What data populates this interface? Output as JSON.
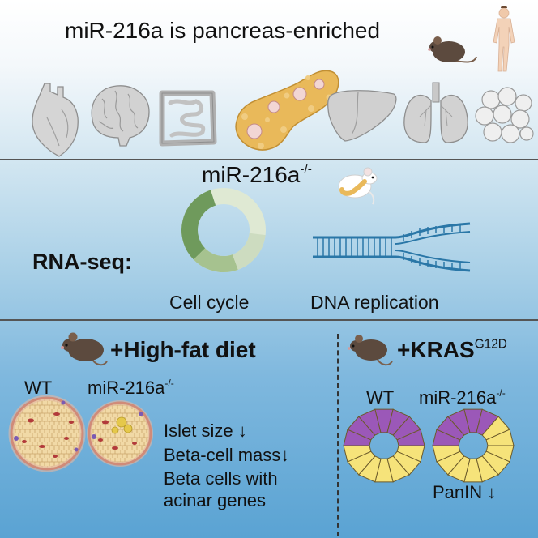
{
  "colors": {
    "organ_gray": "#c9c9c9",
    "organ_outline": "#8e8e8e",
    "pancreas": "#e9b95a",
    "cycle_dark": "#6f9a5c",
    "cycle_light": "#dfe9d3",
    "dna": "#2a77a7",
    "acinar_purple": "#9b58b8",
    "beta_yellow": "#f6e37a",
    "mouse_brown": "#5c4a3e"
  },
  "top": {
    "title": "miR-216a is pancreas-enriched",
    "organs": [
      "heart-icon",
      "brain-icon",
      "intestine-icon",
      "pancreas-icon",
      "liver-icon",
      "lungs-icon",
      "adipose-icon"
    ]
  },
  "middle": {
    "knockout_label": "miR-216a",
    "knockout_sup": "-/-",
    "rnaseq_label": "RNA-seq:",
    "cell_cycle_label": "Cell cycle",
    "dna_replication_label": "DNA replication"
  },
  "bottom_left": {
    "title": "+High-fat diet",
    "wt_label": "WT",
    "ko_label": "miR-216a",
    "ko_sup": "-/-",
    "results": [
      "Islet size",
      "Beta-cell mass",
      "Beta cells with",
      "acinar genes"
    ],
    "arrow": "↓"
  },
  "bottom_right": {
    "title": "+KRAS",
    "title_sup": "G12D",
    "wt_label": "WT",
    "ko_label": "miR-216a",
    "ko_sup": "-/-",
    "result": "PanIN",
    "arrow": "↓"
  }
}
